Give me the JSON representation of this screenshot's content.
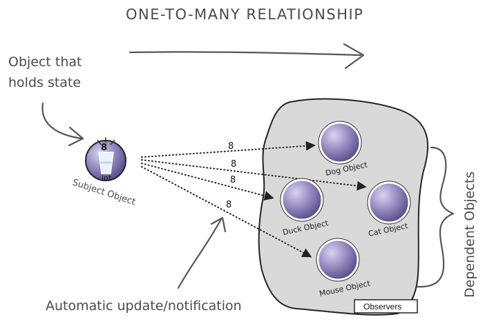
{
  "title": "ONE-TO-MANY RELATIONSHIP",
  "state_note": [
    "Object that",
    "holds state"
  ],
  "subject": {
    "label": "Subject Object",
    "value": "8",
    "type_label": "int"
  },
  "messages": [
    "8",
    "8",
    "8",
    "8"
  ],
  "dependents": [
    {
      "label": "Dog Object"
    },
    {
      "label": "Cat Object"
    },
    {
      "label": "Duck Object"
    },
    {
      "label": "Mouse Object"
    }
  ],
  "dependents_note": "Dependent Objects",
  "update_note": "Automatic update/notification",
  "observers_label": "Observers"
}
